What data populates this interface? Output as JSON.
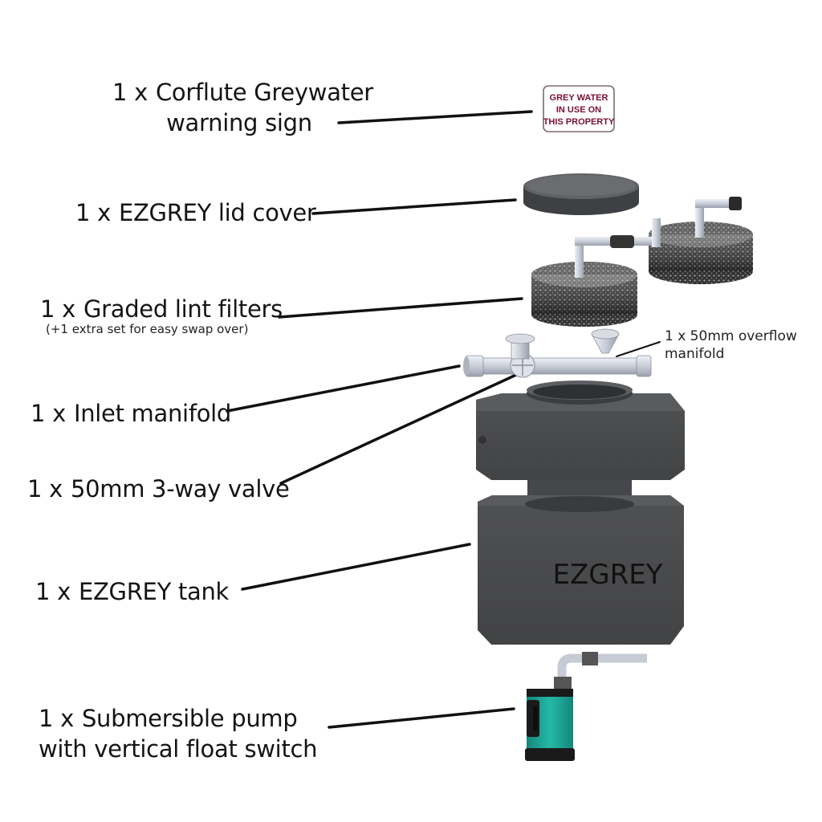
{
  "labels": {
    "sign": {
      "qty": "1 x",
      "line1": "Corflute Greywater",
      "line2": "warning sign"
    },
    "lid": {
      "qty": "1 x",
      "text": "EZGREY lid cover"
    },
    "filters": {
      "qty": "1 x",
      "text": "Graded lint filters",
      "note": "(+1 extra set for easy swap over)"
    },
    "inlet": {
      "qty": "1 x",
      "text": "Inlet manifold"
    },
    "valve": {
      "qty": "1 x",
      "text": "50mm 3-way valve"
    },
    "tank": {
      "qty": "1 x",
      "text": "EZGREY tank"
    },
    "pump": {
      "qty": "1 x",
      "line1": "Submersible pump",
      "line2": "with vertical float switch"
    },
    "overflow": {
      "line1": "1 x 50mm overflow",
      "line2": "manifold"
    }
  },
  "sign_card": {
    "line1": "GREY WATER",
    "line2": "IN USE ON",
    "line3": "THIS PROPERTY"
  },
  "tank_brand": "EZGREY",
  "colors": {
    "tank": "#4a4b4d",
    "tank_top": "#6a6b6d",
    "lid": "#55565a",
    "pump_body": "#1fa99a",
    "pump_black": "#1a1a1a",
    "pipe": "#c7ccd6",
    "sign_text": "#7a1030"
  }
}
